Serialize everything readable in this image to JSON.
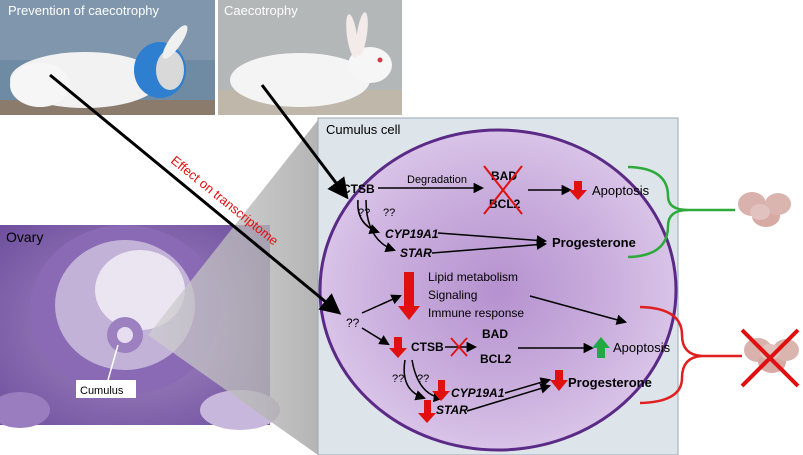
{
  "photos": {
    "left_label": "Prevention of caecotrophy",
    "right_label": "Caecotrophy"
  },
  "ovary": {
    "title": "Ovary",
    "cumulus_label": "Cumulus"
  },
  "arrow_label": "Effect on transcriptome",
  "cumulus_box": {
    "title": "Cumulus cell"
  },
  "upper_pathway": {
    "ctsb": "CTSB",
    "degradation": "Degradation",
    "bad": "BAD",
    "bcl2": "BCL2",
    "apoptosis": "Apoptosis",
    "cyp19a1": "CYP19A1",
    "star": "STAR",
    "progesterone": "Progesterone",
    "q1": "??",
    "q2": "??"
  },
  "middle": {
    "q": "??",
    "items": [
      "Lipid metabolism",
      "Signaling",
      "Immune response"
    ]
  },
  "lower_pathway": {
    "ctsb": "CTSB",
    "bad": "BAD",
    "bcl2": "BCL2",
    "apoptosis": "Apoptosis",
    "cyp19a1": "CYP19A1",
    "star": "STAR",
    "progesterone": "Progesterone",
    "q1": "??",
    "q2": "??"
  },
  "colors": {
    "down_arrow": "#e01010",
    "up_arrow": "#22a845",
    "upper_bracket": "#2eaa3c",
    "lower_bracket": "#e02020",
    "cell_fill": "#c9a9dc",
    "cell_border": "#5a2a86",
    "box_bg": "#dfe6ec",
    "effect_text": "#e01010"
  }
}
